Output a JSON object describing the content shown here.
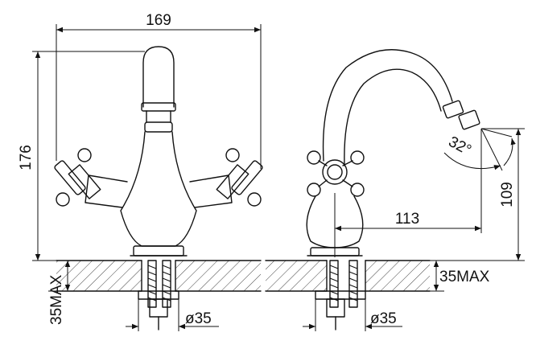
{
  "dimensions": {
    "overall_width": "169",
    "overall_height": "176",
    "spout_reach": "113",
    "spout_height": "109",
    "spout_angle": "32°",
    "deck_thickness_front": "35MAX",
    "deck_thickness_side": "35MAX",
    "hole_diameter_front": "ø35",
    "hole_diameter_side": "ø35"
  },
  "colors": {
    "line": "#111111",
    "background": "#ffffff"
  }
}
